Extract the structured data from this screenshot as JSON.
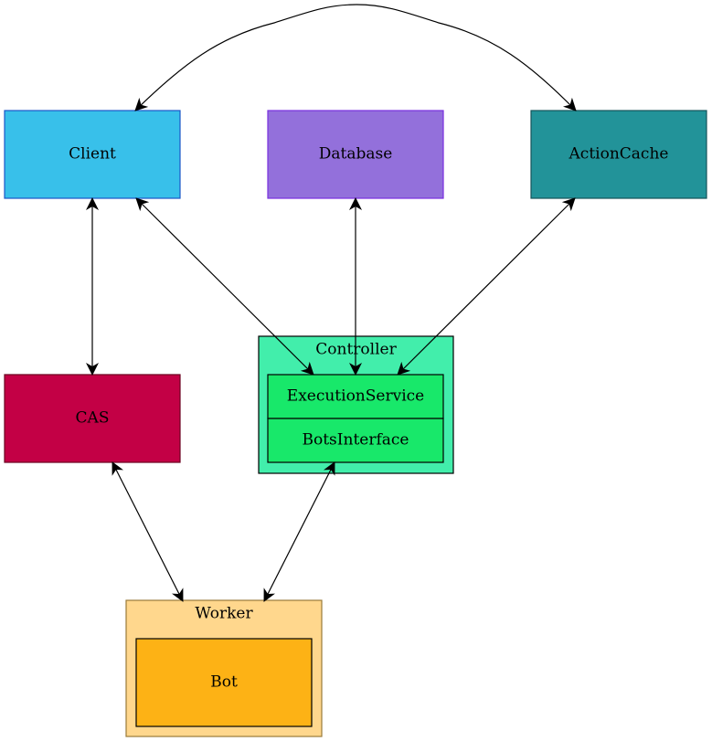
{
  "nodes": {
    "client": {
      "label": "Client",
      "fill": "#38c0ea",
      "stroke": "#1a57c8"
    },
    "database": {
      "label": "Database",
      "fill": "#9370db",
      "stroke": "#7a30e0"
    },
    "action_cache": {
      "label": "ActionCache",
      "fill": "#229399",
      "stroke": "#15545a"
    },
    "cas": {
      "label": "CAS",
      "fill": "#c30045",
      "stroke": "#6a0020"
    },
    "execution_service": {
      "label": "ExecutionService",
      "fill": "#18e86a",
      "stroke": "#000000"
    },
    "bots_interface": {
      "label": "BotsInterface",
      "fill": "#18e86a",
      "stroke": "#000000"
    },
    "bot": {
      "label": "Bot",
      "fill": "#fdb215",
      "stroke": "#000000"
    }
  },
  "clusters": {
    "controller": {
      "label": "Controller",
      "fill": "#42eeab",
      "stroke": "#000000"
    },
    "worker": {
      "label": "Worker",
      "fill": "#ffd78d",
      "stroke": "#9a7a3a"
    }
  },
  "edges": [
    {
      "from": "client",
      "to": "action_cache",
      "direction": "both"
    },
    {
      "from": "client",
      "to": "cas",
      "direction": "both"
    },
    {
      "from": "client",
      "to": "execution_service",
      "direction": "both"
    },
    {
      "from": "database",
      "to": "execution_service",
      "direction": "both"
    },
    {
      "from": "action_cache",
      "to": "execution_service",
      "direction": "both"
    },
    {
      "from": "cas",
      "to": "worker",
      "direction": "both"
    },
    {
      "from": "bots_interface",
      "to": "worker",
      "direction": "both"
    }
  ]
}
